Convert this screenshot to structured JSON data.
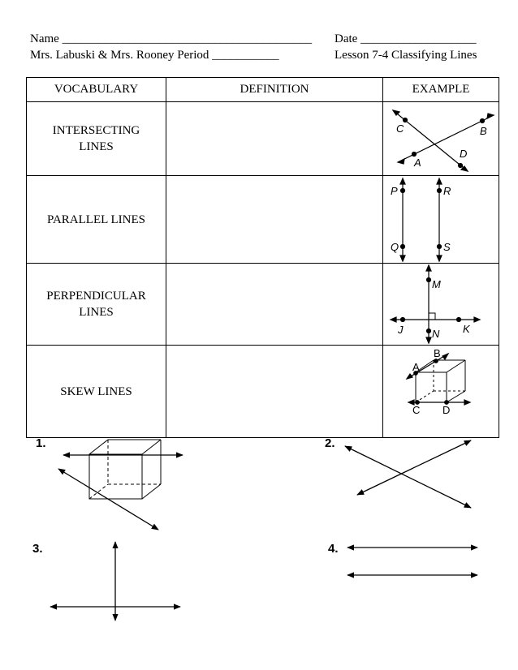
{
  "header": {
    "name_line": "Name _________________________________________",
    "date_line": "Date ___________________",
    "teacher_line": "Mrs. Labuski & Mrs. Rooney Period ___________",
    "lesson_title": "Lesson 7-4 Classifying Lines"
  },
  "table": {
    "columns": [
      "VOCABULARY",
      "DEFINITION",
      "EXAMPLE"
    ],
    "rows": [
      {
        "term": "INTERSECTING LINES",
        "definition": "",
        "labels": [
          "C",
          "B",
          "A",
          "D"
        ]
      },
      {
        "term": "PARALLEL LINES",
        "definition": "",
        "labels": [
          "P",
          "R",
          "Q",
          "S"
        ]
      },
      {
        "term": "PERPENDICULAR LINES",
        "definition": "",
        "labels": [
          "M",
          "J",
          "N",
          "K"
        ]
      },
      {
        "term": "SKEW LINES",
        "definition": "",
        "labels": [
          "B",
          "A",
          "C",
          "D"
        ]
      }
    ]
  },
  "problems": {
    "p1": "1.",
    "p2": "2.",
    "p3": "3.",
    "p4": "4."
  }
}
